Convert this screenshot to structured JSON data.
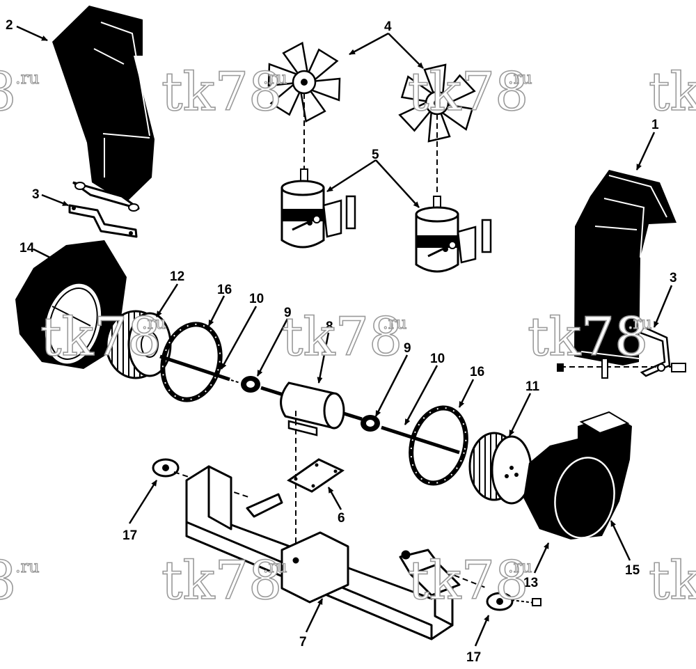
{
  "callouts": {
    "c1": "1",
    "c2": "2",
    "c3a": "3",
    "c3b": "3",
    "c4": "4",
    "c5": "5",
    "c6": "6",
    "c7": "7",
    "c8": "8",
    "c9a": "9",
    "c9b": "9",
    "c10a": "10",
    "c10b": "10",
    "c11": "11",
    "c12": "12",
    "c13": "13",
    "c14": "14",
    "c15": "15",
    "c16a": "16",
    "c16b": "16",
    "c17a": "17",
    "c17b": "17"
  },
  "watermark": {
    "text": "tk78",
    "suffix": ".ru",
    "partial": "8"
  },
  "colors": {
    "ink": "#000000",
    "paper": "#ffffff",
    "watermark_stroke": "#9a9a9a"
  }
}
